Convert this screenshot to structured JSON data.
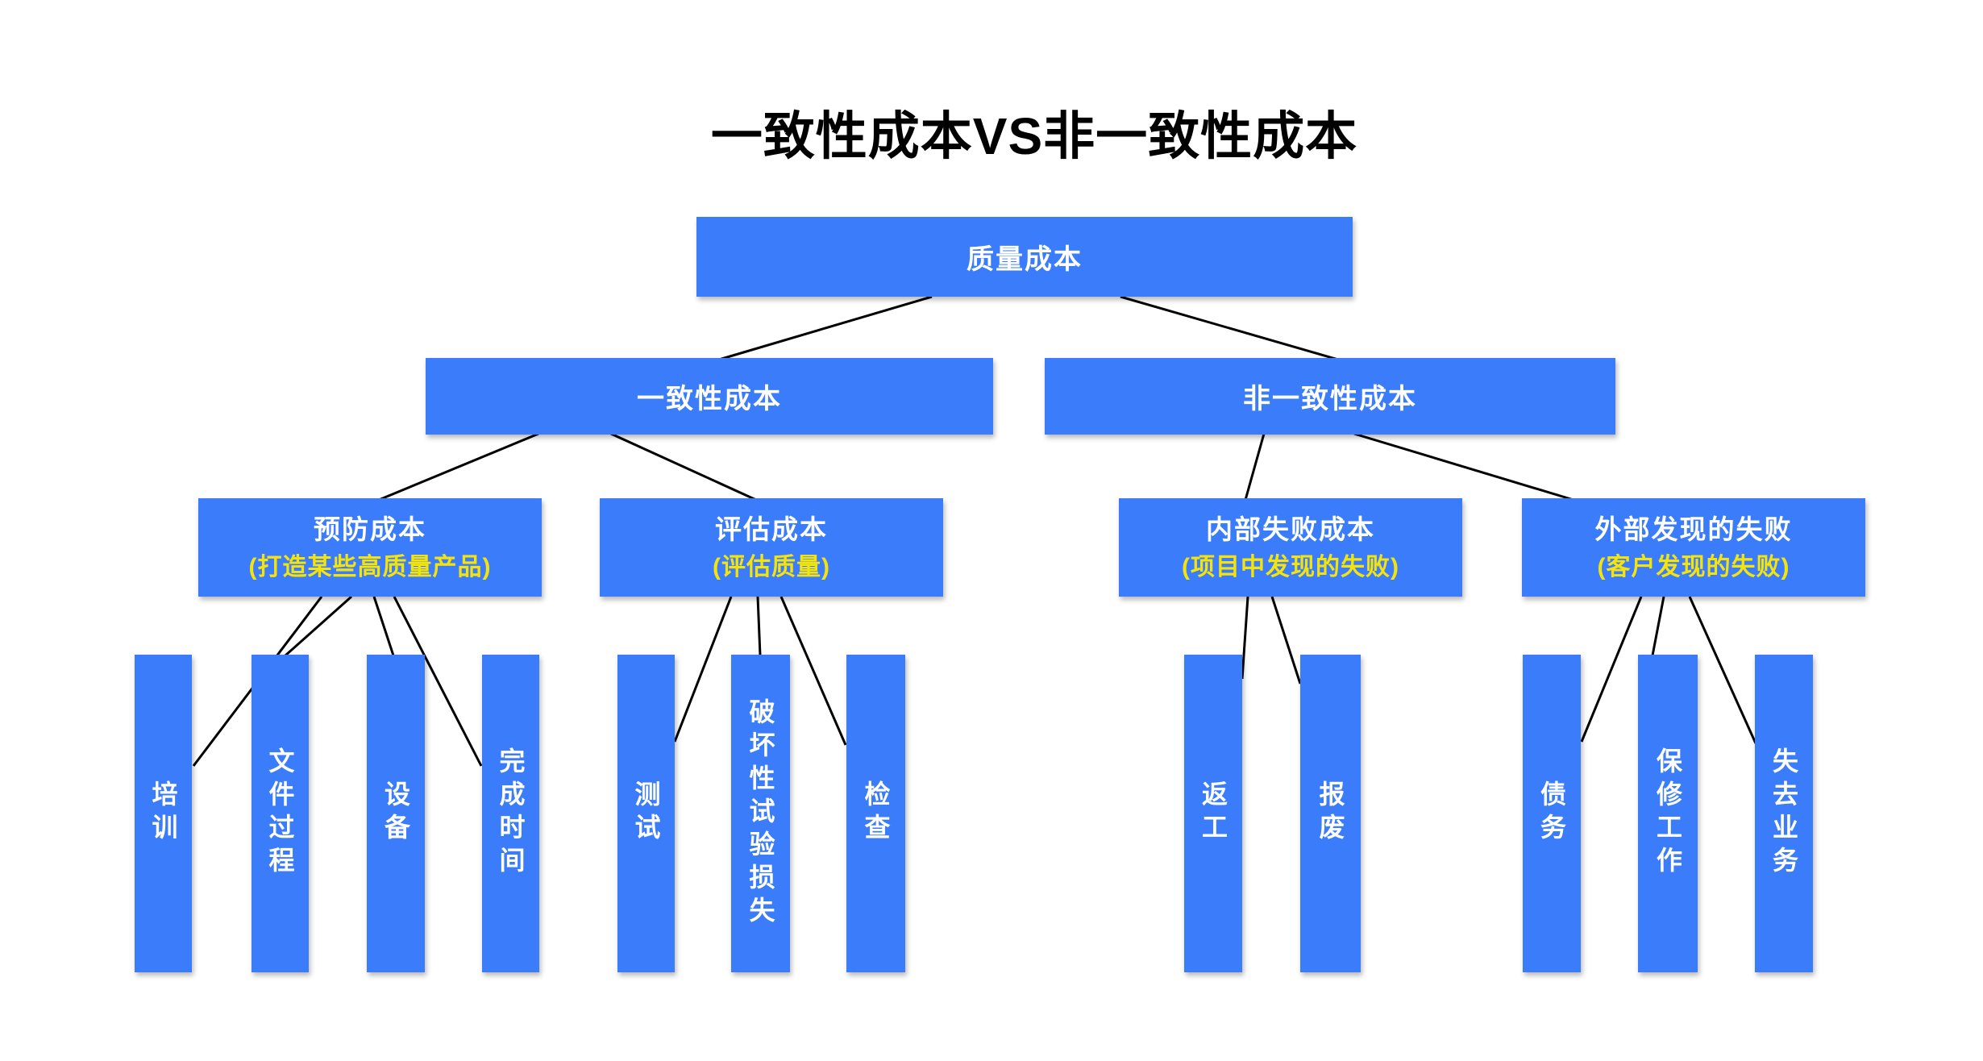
{
  "title": "一致性成本VS非一致性成本",
  "colors": {
    "box_blue": "#3A7CFA",
    "subtitle_yellow": "#F5E40B",
    "connector_black": "#000000",
    "box_text_white": "#FFFFFF",
    "title_black": "#000000",
    "background": "#FFFFFF"
  },
  "tree": {
    "root": {
      "label": "质量成本"
    },
    "level2": [
      {
        "label": "一致性成本"
      },
      {
        "label": "非一致性成本"
      }
    ],
    "level3": [
      {
        "title": "预防成本",
        "subtitle": "(打造某些高质量产品)"
      },
      {
        "title": "评估成本",
        "subtitle": "(评估质量)"
      },
      {
        "title": "内部失败成本",
        "subtitle": "(项目中发现的失败)"
      },
      {
        "title": "外部发现的失败",
        "subtitle": "(客户发现的失败)"
      }
    ],
    "leaves": [
      [
        "培训",
        "文件过程",
        "设备",
        "完成时间"
      ],
      [
        "测试",
        "破坏性试验损失",
        "检查"
      ],
      [
        "返工",
        "报废"
      ],
      [
        "债务",
        "保修工作",
        "失去业务"
      ]
    ]
  }
}
